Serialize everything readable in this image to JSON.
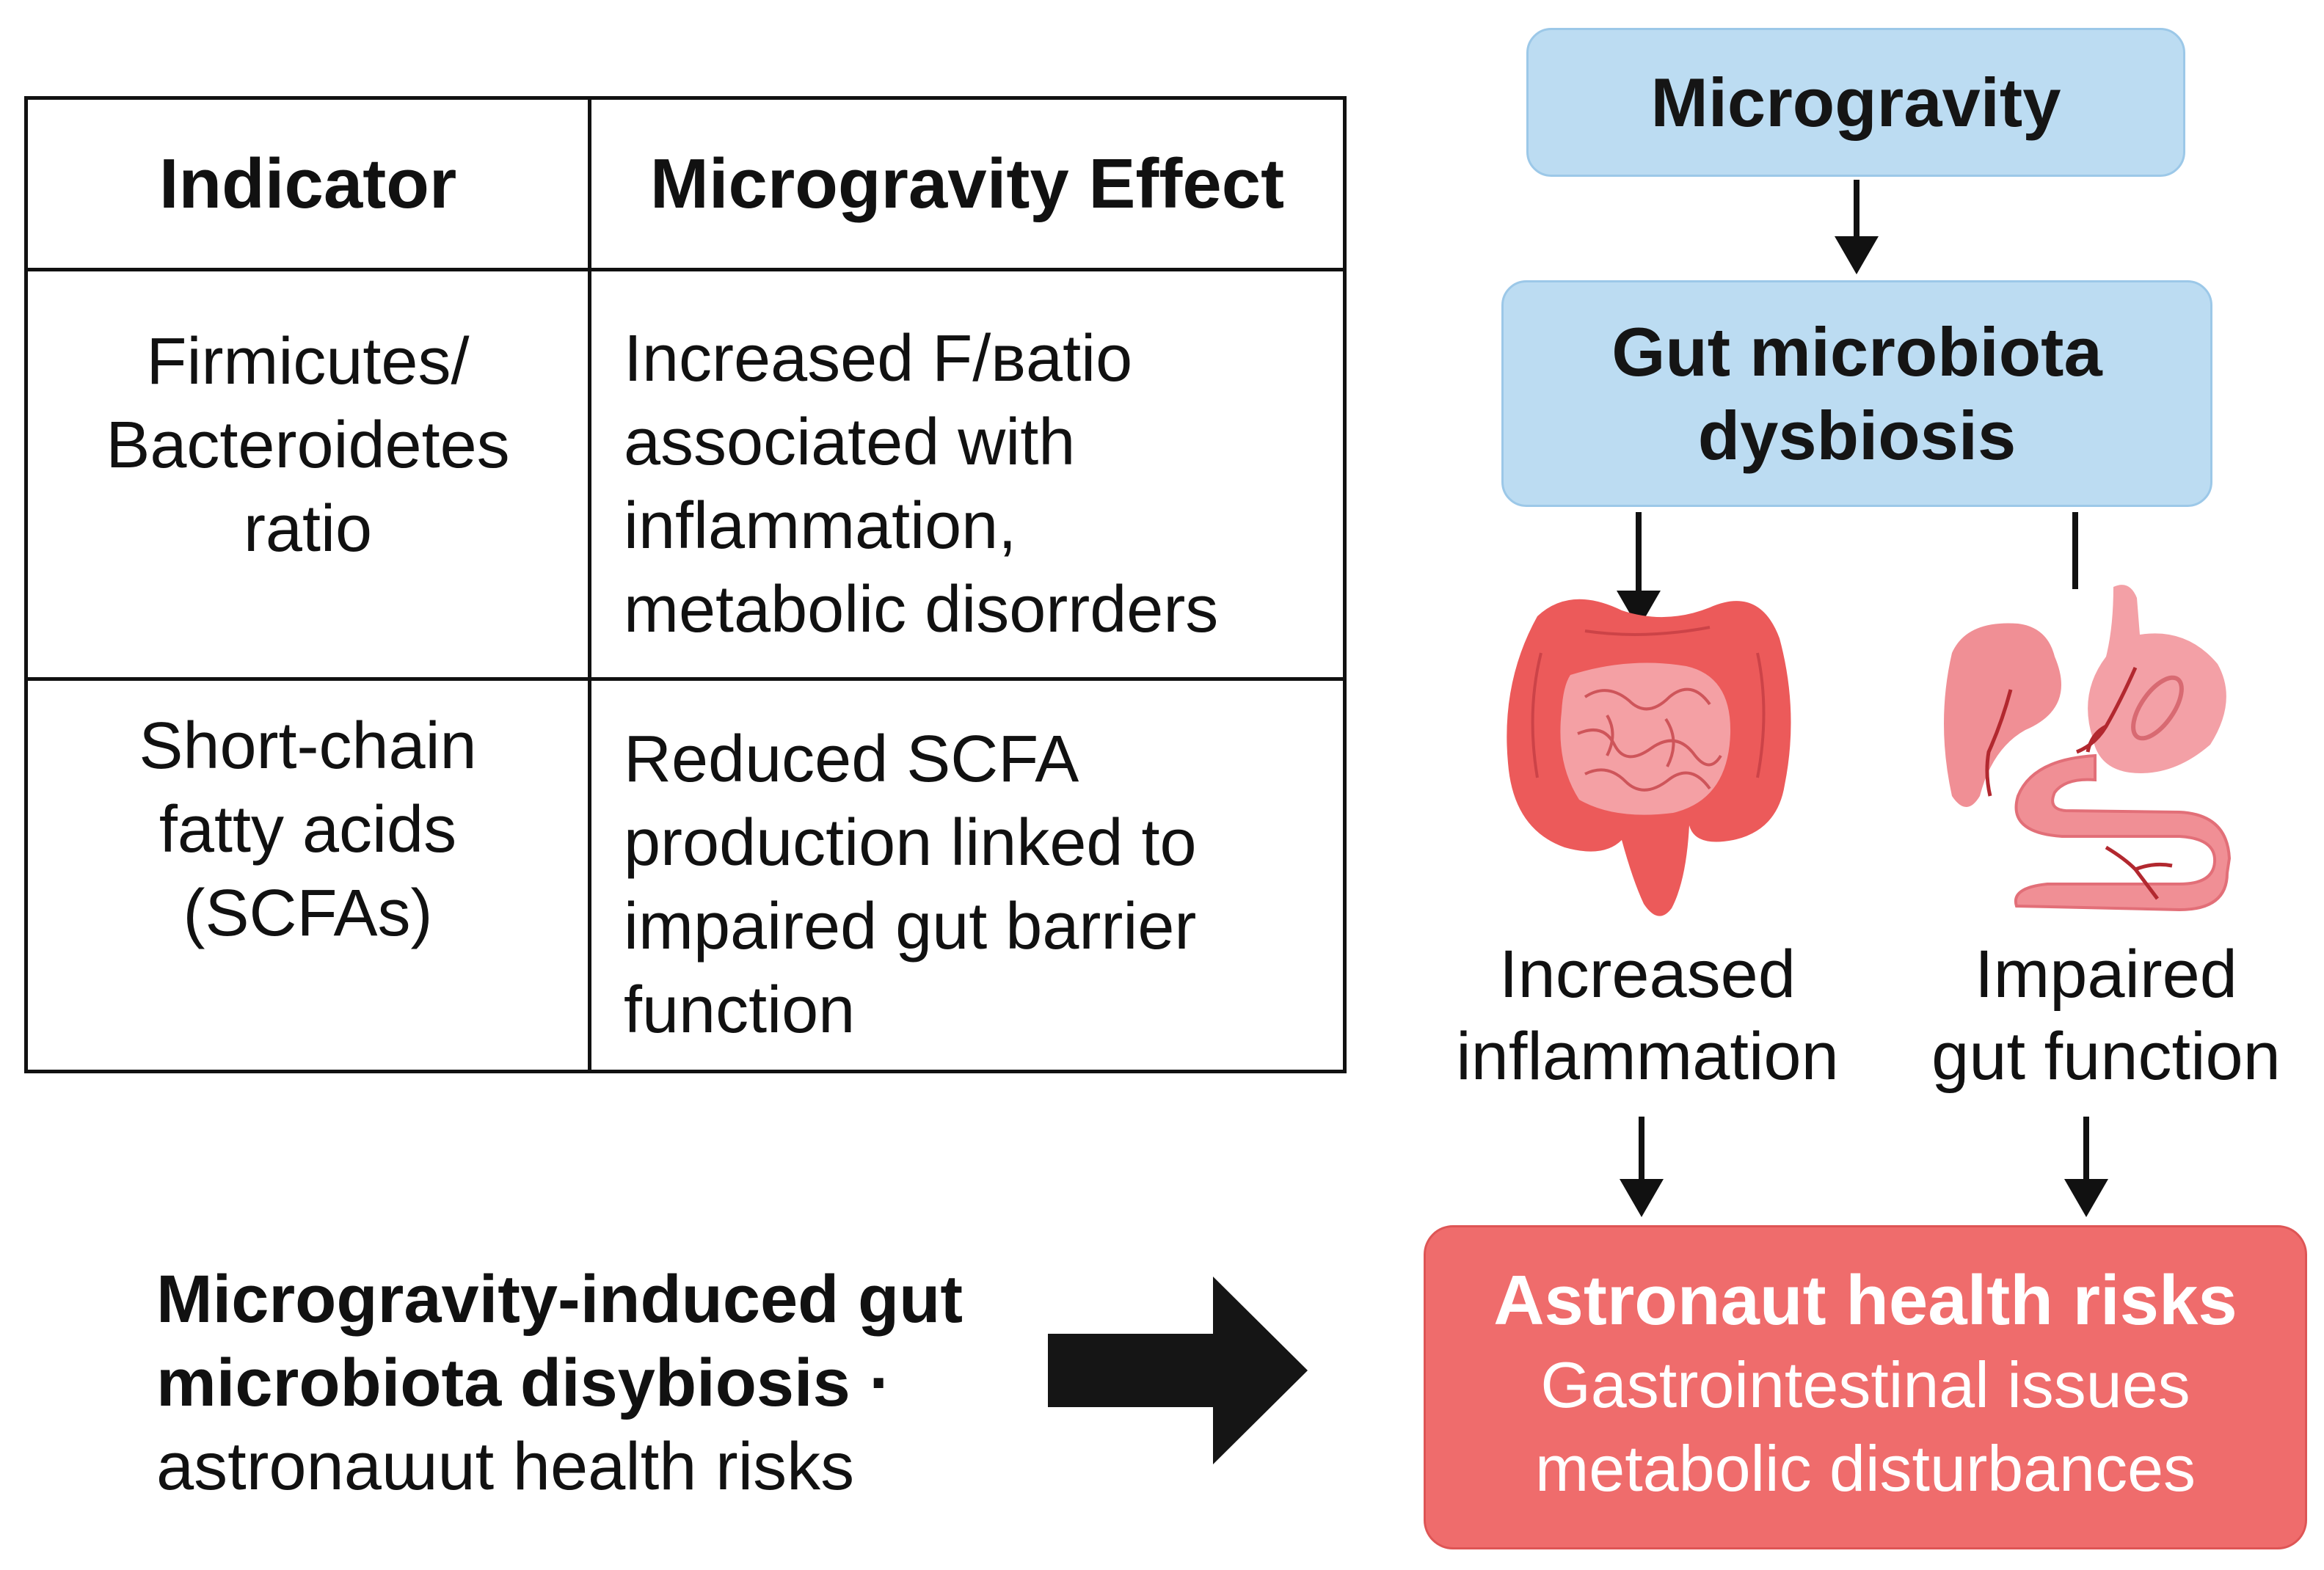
{
  "table": {
    "headers": [
      "Indicator",
      "Microgravity Effect"
    ],
    "rows": [
      {
        "indicator": [
          "Firmicutes/",
          "Bacteroidetes",
          "ratio"
        ],
        "effect": [
          "Increased F/ʙatio",
          "associated with",
          "inflammation,",
          "metabolic disorrders"
        ]
      },
      {
        "indicator": [
          "Short-chain",
          "fatty acids",
          "(SCFAs)"
        ],
        "effect": [
          "Reduced SCFA",
          "production linked to",
          "impaired gut barrier",
          "function"
        ]
      }
    ]
  },
  "flow": {
    "top_box": "Microgravity",
    "middle_box": [
      "Gut microbiota",
      "dysbiosis"
    ],
    "left_label": [
      "Increased",
      "inflammation"
    ],
    "right_label": [
      "Impaired",
      "gut function"
    ],
    "outcome_title": "Astronaut health risks",
    "outcome_lines": [
      "Gastrointestinal issues",
      "metabolic disturbances"
    ]
  },
  "caption": {
    "bold_lines": [
      "Microgravity-induced gut",
      "microbiota disybiosis ·"
    ],
    "normal_line": "astronaɯut health risks"
  },
  "icons": {
    "left": "large-intestine-icon",
    "right": "stomach-intestine-icon"
  },
  "colors": {
    "blue_box": "#bcdcf2",
    "red_box": "#ef6c6c",
    "organ_red": "#ec5a5a",
    "organ_pink": "#f08f95"
  }
}
